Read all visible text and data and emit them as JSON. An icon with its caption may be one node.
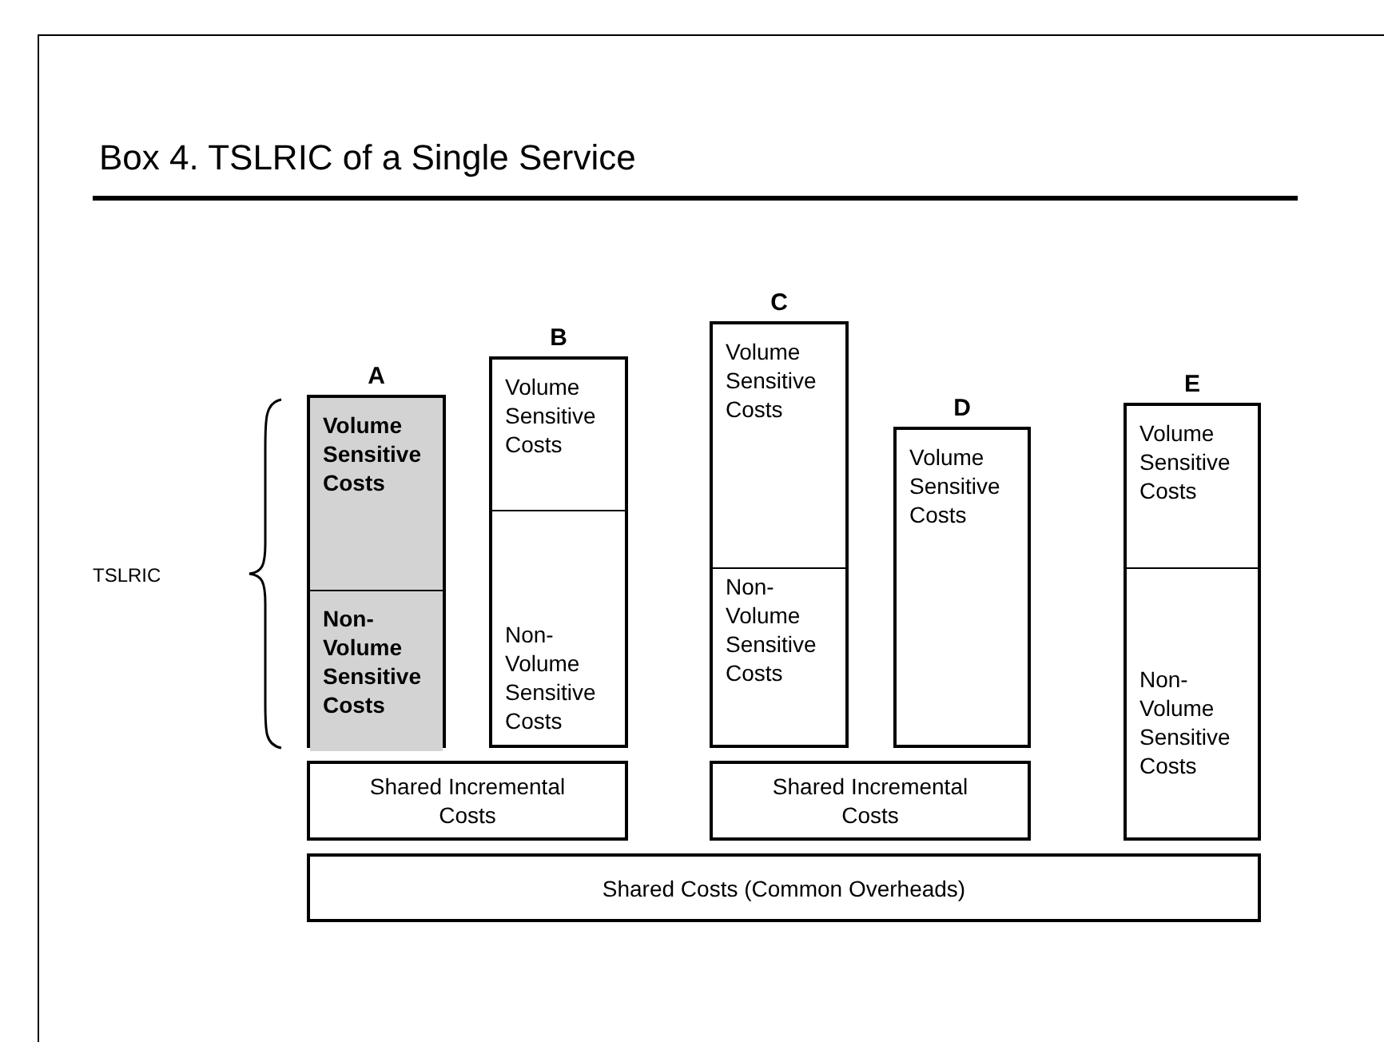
{
  "diagram": {
    "title": "Box 4. TSLRIC of a Single Service",
    "nodes": [
      {
        "text": [
          "A"
        ]
      },
      {
        "text": [
          "Volume Sensitive Costs"
        ],
        "in": 0
      },
      {
        "text": [
          "Non-Volume Sensitive Costs"
        ],
        "in": 0
      },
      {
        "text": [
          "B"
        ]
      },
      {
        "text": [
          "Volume Sensitive Costs"
        ],
        "in": 3
      },
      {
        "text": [
          "Non-Volume Sensitive Costs"
        ],
        "in": 3
      },
      {
        "text": [
          "C"
        ]
      },
      {
        "text": [
          "Volume Sensitive Costs"
        ],
        "in": 6
      },
      {
        "text": [
          "Non-Volume Sensitive Costs"
        ],
        "in": 6
      },
      {
        "text": [
          "D",
          "Volume Sensitive Costs"
        ]
      },
      {
        "text": [
          "E"
        ]
      },
      {
        "text": [
          "Volume Sensitive Costs"
        ],
        "in": 10
      },
      {
        "text": [
          "Non-Volume Sensitive Costs"
        ],
        "in": 10
      },
      {
        "text": [
          "Shared Incremental Costs"
        ]
      },
      {
        "text": [
          "Shared Incremental Costs"
        ]
      },
      {
        "text": [
          "Shared Costs (Common Overheads)"
        ]
      }
    ],
    "edges": [],
    "labels": [
      "TSLRIC"
    ]
  }
}
